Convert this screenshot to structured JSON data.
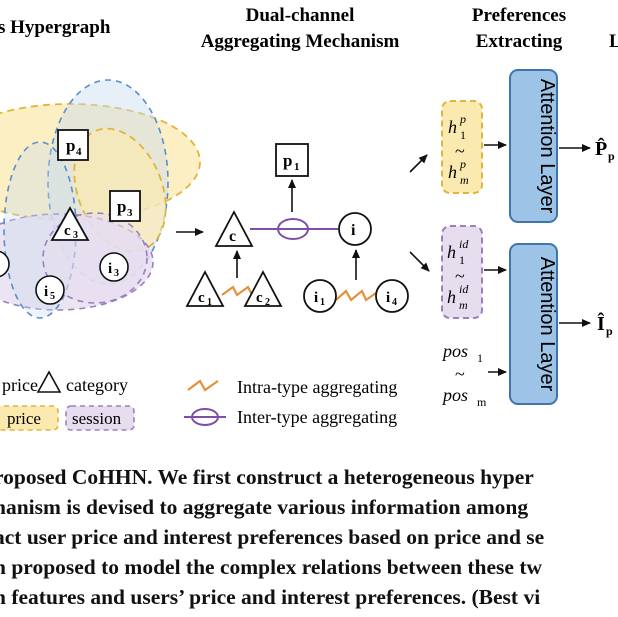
{
  "headers": {
    "hypergraph": "s Hypergraph",
    "dual_line1": "Dual-channel",
    "dual_line2": "Aggregating Mechanism",
    "pref_line1": "Preferences",
    "pref_line2": "Extracting",
    "cut_right": "L"
  },
  "nodes": {
    "p4": "p",
    "p4_sub": "4",
    "p3": "p",
    "p3_sub": "3",
    "c3": "c",
    "c3_sub": "3",
    "i3": "i",
    "i3_sub": "3",
    "i5": "i",
    "i5_sub": "5",
    "p1": "p",
    "p1_sub": "1",
    "c": "c",
    "i": "i",
    "c1": "c",
    "c1_sub": "1",
    "c2": "c",
    "c2_sub": "2",
    "i1": "i",
    "i1_sub": "1",
    "i4": "i",
    "i4_sub": "4"
  },
  "prefs": {
    "hp_top": "h",
    "hp_top_sub": "1",
    "hp_top_sup": "p",
    "tilde": "~",
    "hp_bot": "h",
    "hp_bot_sub": "m",
    "hp_bot_sup": "p",
    "hid_top": "h",
    "hid_top_sub": "1",
    "hid_top_sup": "id",
    "hid_bot": "h",
    "hid_bot_sub": "m",
    "hid_bot_sup": "id",
    "pos_top": "pos",
    "pos_top_sub": "1",
    "pos_bot": "pos",
    "pos_bot_sub": "m"
  },
  "attention": {
    "top": "Attention Layer",
    "bottom": "Attention Layer"
  },
  "outputs": {
    "price": "P̂",
    "price_sub": "p",
    "interest": "Î",
    "interest_sub": "p"
  },
  "legend": {
    "price_triangle": "price",
    "category": "category",
    "price_box": "price",
    "session": "session",
    "intra": "Intra-type aggregating",
    "inter": "Inter-type aggregating"
  },
  "caption": [
    "roposed CoHHN. We first construct a heterogeneous hyper",
    "hanism is devised to aggregate various information among",
    "act user price and interest preferences based on price and se",
    "n proposed to model the complex relations between these tw",
    "n features and users’ price and interest preferences. (Best vi"
  ],
  "colors": {
    "price_fill": "#fbeab0",
    "price_stroke": "#e0b53a",
    "session_fill": "#e6ddef",
    "session_stroke": "#9b7fbf",
    "blue_stroke": "#5a8ec9",
    "attention_fill": "#9dc3e6",
    "attention_stroke": "#3f74b1",
    "intra": "#e69138",
    "inter": "#7e4fa8"
  }
}
